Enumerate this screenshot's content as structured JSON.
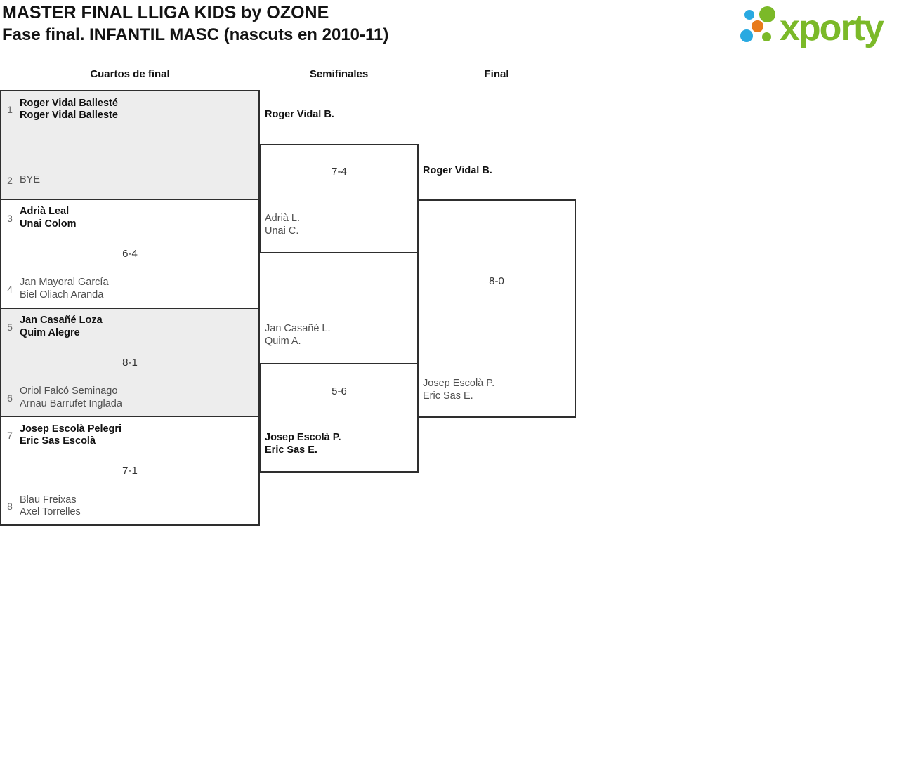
{
  "header": {
    "title_line1": "MASTER FINAL LLIGA KIDS by OZONE",
    "title_line2": "Fase final. INFANTIL MASC (nascuts en 2010-11)",
    "logo_text": "xporty"
  },
  "colors": {
    "logo_green": "#7bb928",
    "logo_blue": "#29a9e1",
    "logo_orange": "#e87b1b",
    "block_shade": "#ededed",
    "line": "#2e2e2e",
    "winner_text": "#111111",
    "loser_text": "#4f4f4f"
  },
  "columns": {
    "quarterfinals": "Cuartos de final",
    "semifinals": "Semifinales",
    "final": "Final"
  },
  "bracket": {
    "quarterfinals": [
      {
        "seed_top": "1",
        "team_top": [
          "Roger Vidal Ballesté",
          "Roger Vidal Balleste"
        ],
        "score": "",
        "seed_bottom": "2",
        "team_bottom": [
          "BYE"
        ]
      },
      {
        "seed_top": "3",
        "team_top": [
          "Adrià Leal",
          "Unai Colom"
        ],
        "score": "6-4",
        "seed_bottom": "4",
        "team_bottom": [
          "Jan Mayoral García",
          "Biel Oliach Aranda"
        ]
      },
      {
        "seed_top": "5",
        "team_top": [
          "Jan Casañé Loza",
          "Quim Alegre"
        ],
        "score": "8-1",
        "seed_bottom": "6",
        "team_bottom": [
          "Oriol Falcó Seminago",
          "Arnau Barrufet Inglada"
        ]
      },
      {
        "seed_top": "7",
        "team_top": [
          "Josep Escolà Pelegri",
          "Eric Sas Escolà"
        ],
        "score": "7-1",
        "seed_bottom": "8",
        "team_bottom": [
          "Blau Freixas",
          "Axel Torrelles"
        ]
      }
    ],
    "semifinals": [
      {
        "winner": [
          "Roger Vidal B."
        ],
        "score": "7-4",
        "loser": [
          "Adrià L.",
          "Unai C."
        ]
      },
      {
        "loser": [
          "Jan Casañé L.",
          "Quim A."
        ],
        "score": "5-6",
        "winner": [
          "Josep Escolà P.",
          "Eric Sas E."
        ]
      }
    ],
    "final": {
      "winner": [
        "Roger Vidal B."
      ],
      "score": "8-0",
      "loser": [
        "Josep Escolà P.",
        "Eric Sas E."
      ]
    }
  }
}
